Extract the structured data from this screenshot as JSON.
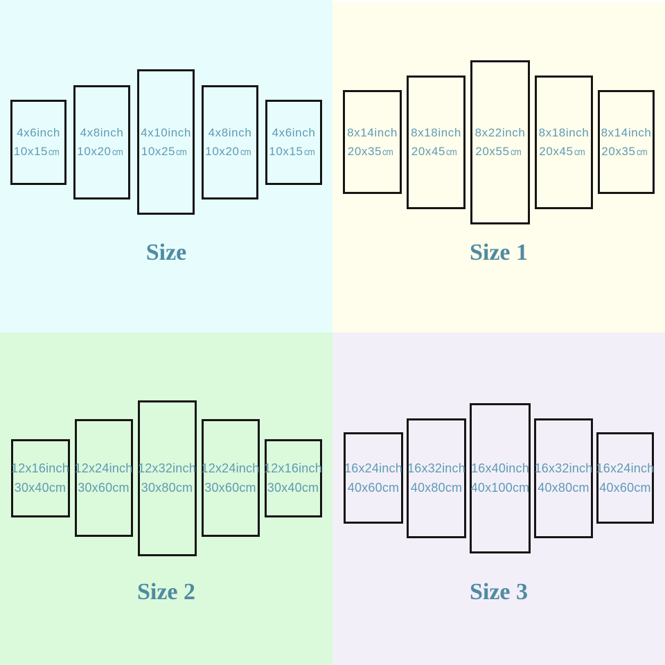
{
  "colors": {
    "label_text": "#5f9bb4",
    "title_text": "#4f8ba1",
    "panel_border": "#161616",
    "top_edge_strip": "#ffffff"
  },
  "quadrants": [
    {
      "title": "Size",
      "background": "#e7fdfd",
      "panels": [
        {
          "line1": "4x6inch",
          "dims": "10x15",
          "unit": "cm"
        },
        {
          "line1": "4x8inch",
          "dims": "10x20",
          "unit": "cm"
        },
        {
          "line1": "4x10inch",
          "dims": "10x25",
          "unit": "cm"
        },
        {
          "line1": "4x8inch",
          "dims": "10x20",
          "unit": "cm"
        },
        {
          "line1": "4x6inch",
          "dims": "10x15",
          "unit": "cm"
        }
      ]
    },
    {
      "title": "Size 1",
      "background": "#fffdeb",
      "panels": [
        {
          "line1": "8x14inch",
          "dims": "20x35",
          "unit": "cm"
        },
        {
          "line1": "8x18inch",
          "dims": "20x45",
          "unit": "cm"
        },
        {
          "line1": "8x22inch",
          "dims": "20x55",
          "unit": "cm"
        },
        {
          "line1": "8x18inch",
          "dims": "20x45",
          "unit": "cm"
        },
        {
          "line1": "8x14inch",
          "dims": "20x35",
          "unit": "cm"
        }
      ]
    },
    {
      "title": "Size 2",
      "background": "#dbf9db",
      "panels": [
        {
          "line1": "12x16inch",
          "dims": "30x40",
          "unit": "cm"
        },
        {
          "line1": "12x24inch",
          "dims": "30x60",
          "unit": "cm"
        },
        {
          "line1": "12x32inch",
          "dims": "30x80",
          "unit": "cm"
        },
        {
          "line1": "12x24inch",
          "dims": "30x60",
          "unit": "cm"
        },
        {
          "line1": "12x16inch",
          "dims": "30x40",
          "unit": "cm"
        }
      ]
    },
    {
      "title": "Size 3",
      "background": "#f3eff9",
      "panels": [
        {
          "line1": "16x24inch",
          "dims": "40x60",
          "unit": "cm"
        },
        {
          "line1": "16x32inch",
          "dims": "40x80",
          "unit": "cm"
        },
        {
          "line1": "16x40inch",
          "dims": "40x100",
          "unit": "cm"
        },
        {
          "line1": "16x32inch",
          "dims": "40x80",
          "unit": "cm"
        },
        {
          "line1": "16x24inch",
          "dims": "40x60",
          "unit": "cm"
        }
      ]
    }
  ]
}
